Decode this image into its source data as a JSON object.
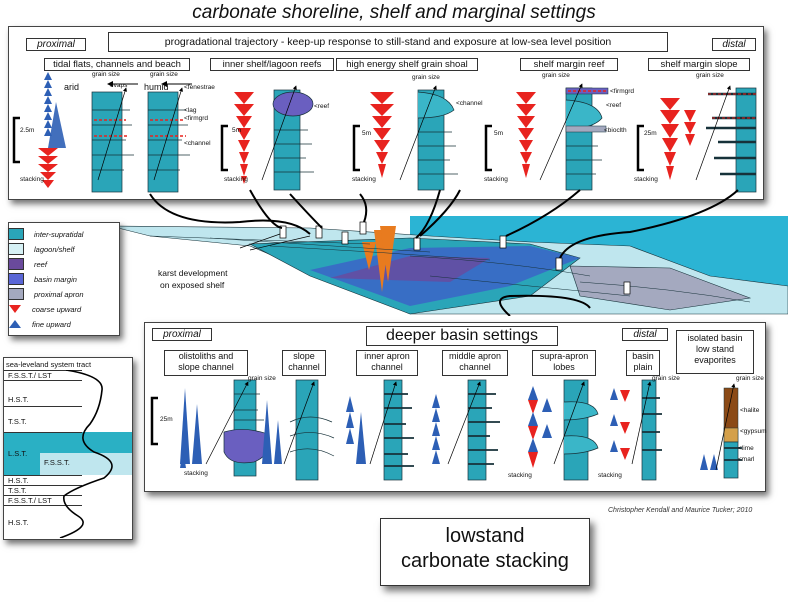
{
  "title": "carbonate shoreline, shelf and marginal settings",
  "shelf_panel": {
    "proximal": "proximal",
    "distal": "distal",
    "trajectory": "progradational trajectory - keep-up response to still-stand and exposure at  low-sea level position",
    "facies": [
      {
        "label": "tidal flats, channels and beach",
        "scale": "2.5m"
      },
      {
        "label": "inner shelf/lagoon reefs",
        "scale": "5m"
      },
      {
        "label": "high energy shelf grain shoal",
        "scale": "5m"
      },
      {
        "label": "shelf margin reef",
        "scale": "5m"
      },
      {
        "label": "shelf margin slope",
        "scale": "25m"
      }
    ],
    "arid": "arid",
    "humid": "humid",
    "grain_size": "grain size",
    "stacking": "stacking",
    "annotations": {
      "evaps": "evaps",
      "fenestrae": "<fenestrae",
      "lag": "<lag",
      "firmgrd": "<firmgrd",
      "channel": "<channel",
      "reef": "<reef",
      "bioclth": "<bioclth"
    }
  },
  "karst": {
    "line1": "karst development",
    "line2": "on exposed shelf"
  },
  "legend": [
    {
      "label": "inter-supratidal",
      "color": "#2aa5b8",
      "kind": "swatch"
    },
    {
      "label": "lagoon/shelf",
      "color": "#d6f1f5",
      "kind": "swatch"
    },
    {
      "label": "reef",
      "color": "#6a4a9c",
      "kind": "swatch"
    },
    {
      "label": "basin margin",
      "color": "#5a66d6",
      "kind": "swatch"
    },
    {
      "label": "proximal apron",
      "color": "#a4a9bf",
      "kind": "swatch"
    },
    {
      "label": "coarse upward",
      "color": "#e8231f",
      "kind": "tri-down"
    },
    {
      "label": "fine upward",
      "color": "#2d5fb5",
      "kind": "tri-up"
    }
  ],
  "sea_level": {
    "title": "sea-leveland system tract",
    "tracts": [
      "F.S.S.T./ LST",
      "H.S.T.",
      "T.S.T.",
      "L.S.T.",
      "F.S.S.T.",
      "H.S.T.",
      "T.S.T.",
      "F.S.S.T./ LST",
      "H.S.T."
    ]
  },
  "basin_panel": {
    "proximal": "proximal",
    "distal": "distal",
    "title": "deeper basin settings",
    "scale": "25m",
    "facies": [
      {
        "line1": "olistoliths and",
        "line2": "slope channel"
      },
      {
        "line1": "slope",
        "line2": "channel"
      },
      {
        "line1": "inner apron",
        "line2": "channel"
      },
      {
        "line1": "middle apron",
        "line2": "channel"
      },
      {
        "line1": "supra-apron",
        "line2": "lobes"
      },
      {
        "line1": "basin",
        "line2": "plain"
      }
    ],
    "isolated": {
      "line1": "isolated basin",
      "line2": "low stand",
      "line3": "evaporites"
    },
    "grain_size": "grain size",
    "stacking": "stacking",
    "annotations": {
      "halite": "<halite",
      "gypsum": "<gypsum",
      "lime": "<lime",
      "marl": "<marl"
    }
  },
  "credit": "Christopher Kendall and Maurice Tucker; 2010",
  "footer": {
    "line1": "lowstand",
    "line2": "carbonate stacking"
  }
}
